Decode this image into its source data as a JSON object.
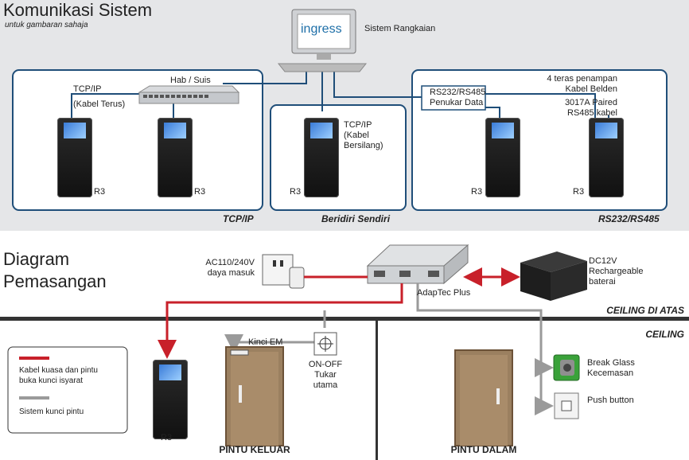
{
  "system": {
    "title": "Komunikasi Sistem",
    "subtitle": "untuk gambaran sahaja",
    "server_logo": "ingress",
    "server_label": "Sistem Rangkaian",
    "hub_label": "Hab / Suis",
    "tcpip_label": "TCP/IP",
    "tcpip_cable": "(Kabel Terus)",
    "standalone_tcpip": "TCP/IP",
    "standalone_cable_1": "(Kabel",
    "standalone_cable_2": "Bersilang)",
    "converter_1": "RS232/RS485",
    "converter_2": "Penukar Data",
    "belden_1": "4 teras penampan",
    "belden_2": "Kabel Belden",
    "paired_1": "3017A Paired",
    "paired_2": "RS485 kabel",
    "device_label": "R3",
    "groups": [
      "TCP/IP",
      "Beridiri Sendiri",
      "RS232/RS485"
    ]
  },
  "installation": {
    "title_1": "Diagram",
    "title_2": "Pemasangan",
    "power_1": "AC110/240V",
    "power_2": "daya masuk",
    "controller": "AdapTec Plus",
    "battery_1": "DC12V",
    "battery_2": "Rechargeable",
    "battery_3": "baterai",
    "ceiling_above": "CEILING DI ATAS",
    "ceiling": "CEILING",
    "em_lock": "Kinci EM",
    "switch_1": "ON-OFF",
    "switch_2": "Tukar",
    "switch_3": "utama",
    "break_glass_1": "Break Glass",
    "break_glass_2": "Kecemasan",
    "push_button": "Push button",
    "legend_red_1": "Kabel kuasa dan pintu",
    "legend_red_2": "buka kunci isyarat",
    "legend_gray": "Sistem kunci pintu",
    "device_label": "R3",
    "door_exit": "PINTU KELUAR",
    "door_inside": "PINTU DALAM"
  },
  "colors": {
    "panel_bg": "#e5e6e8",
    "frame_blue": "#1f4e79",
    "power_red": "#c8202a",
    "lock_gray": "#9a9a9a"
  }
}
